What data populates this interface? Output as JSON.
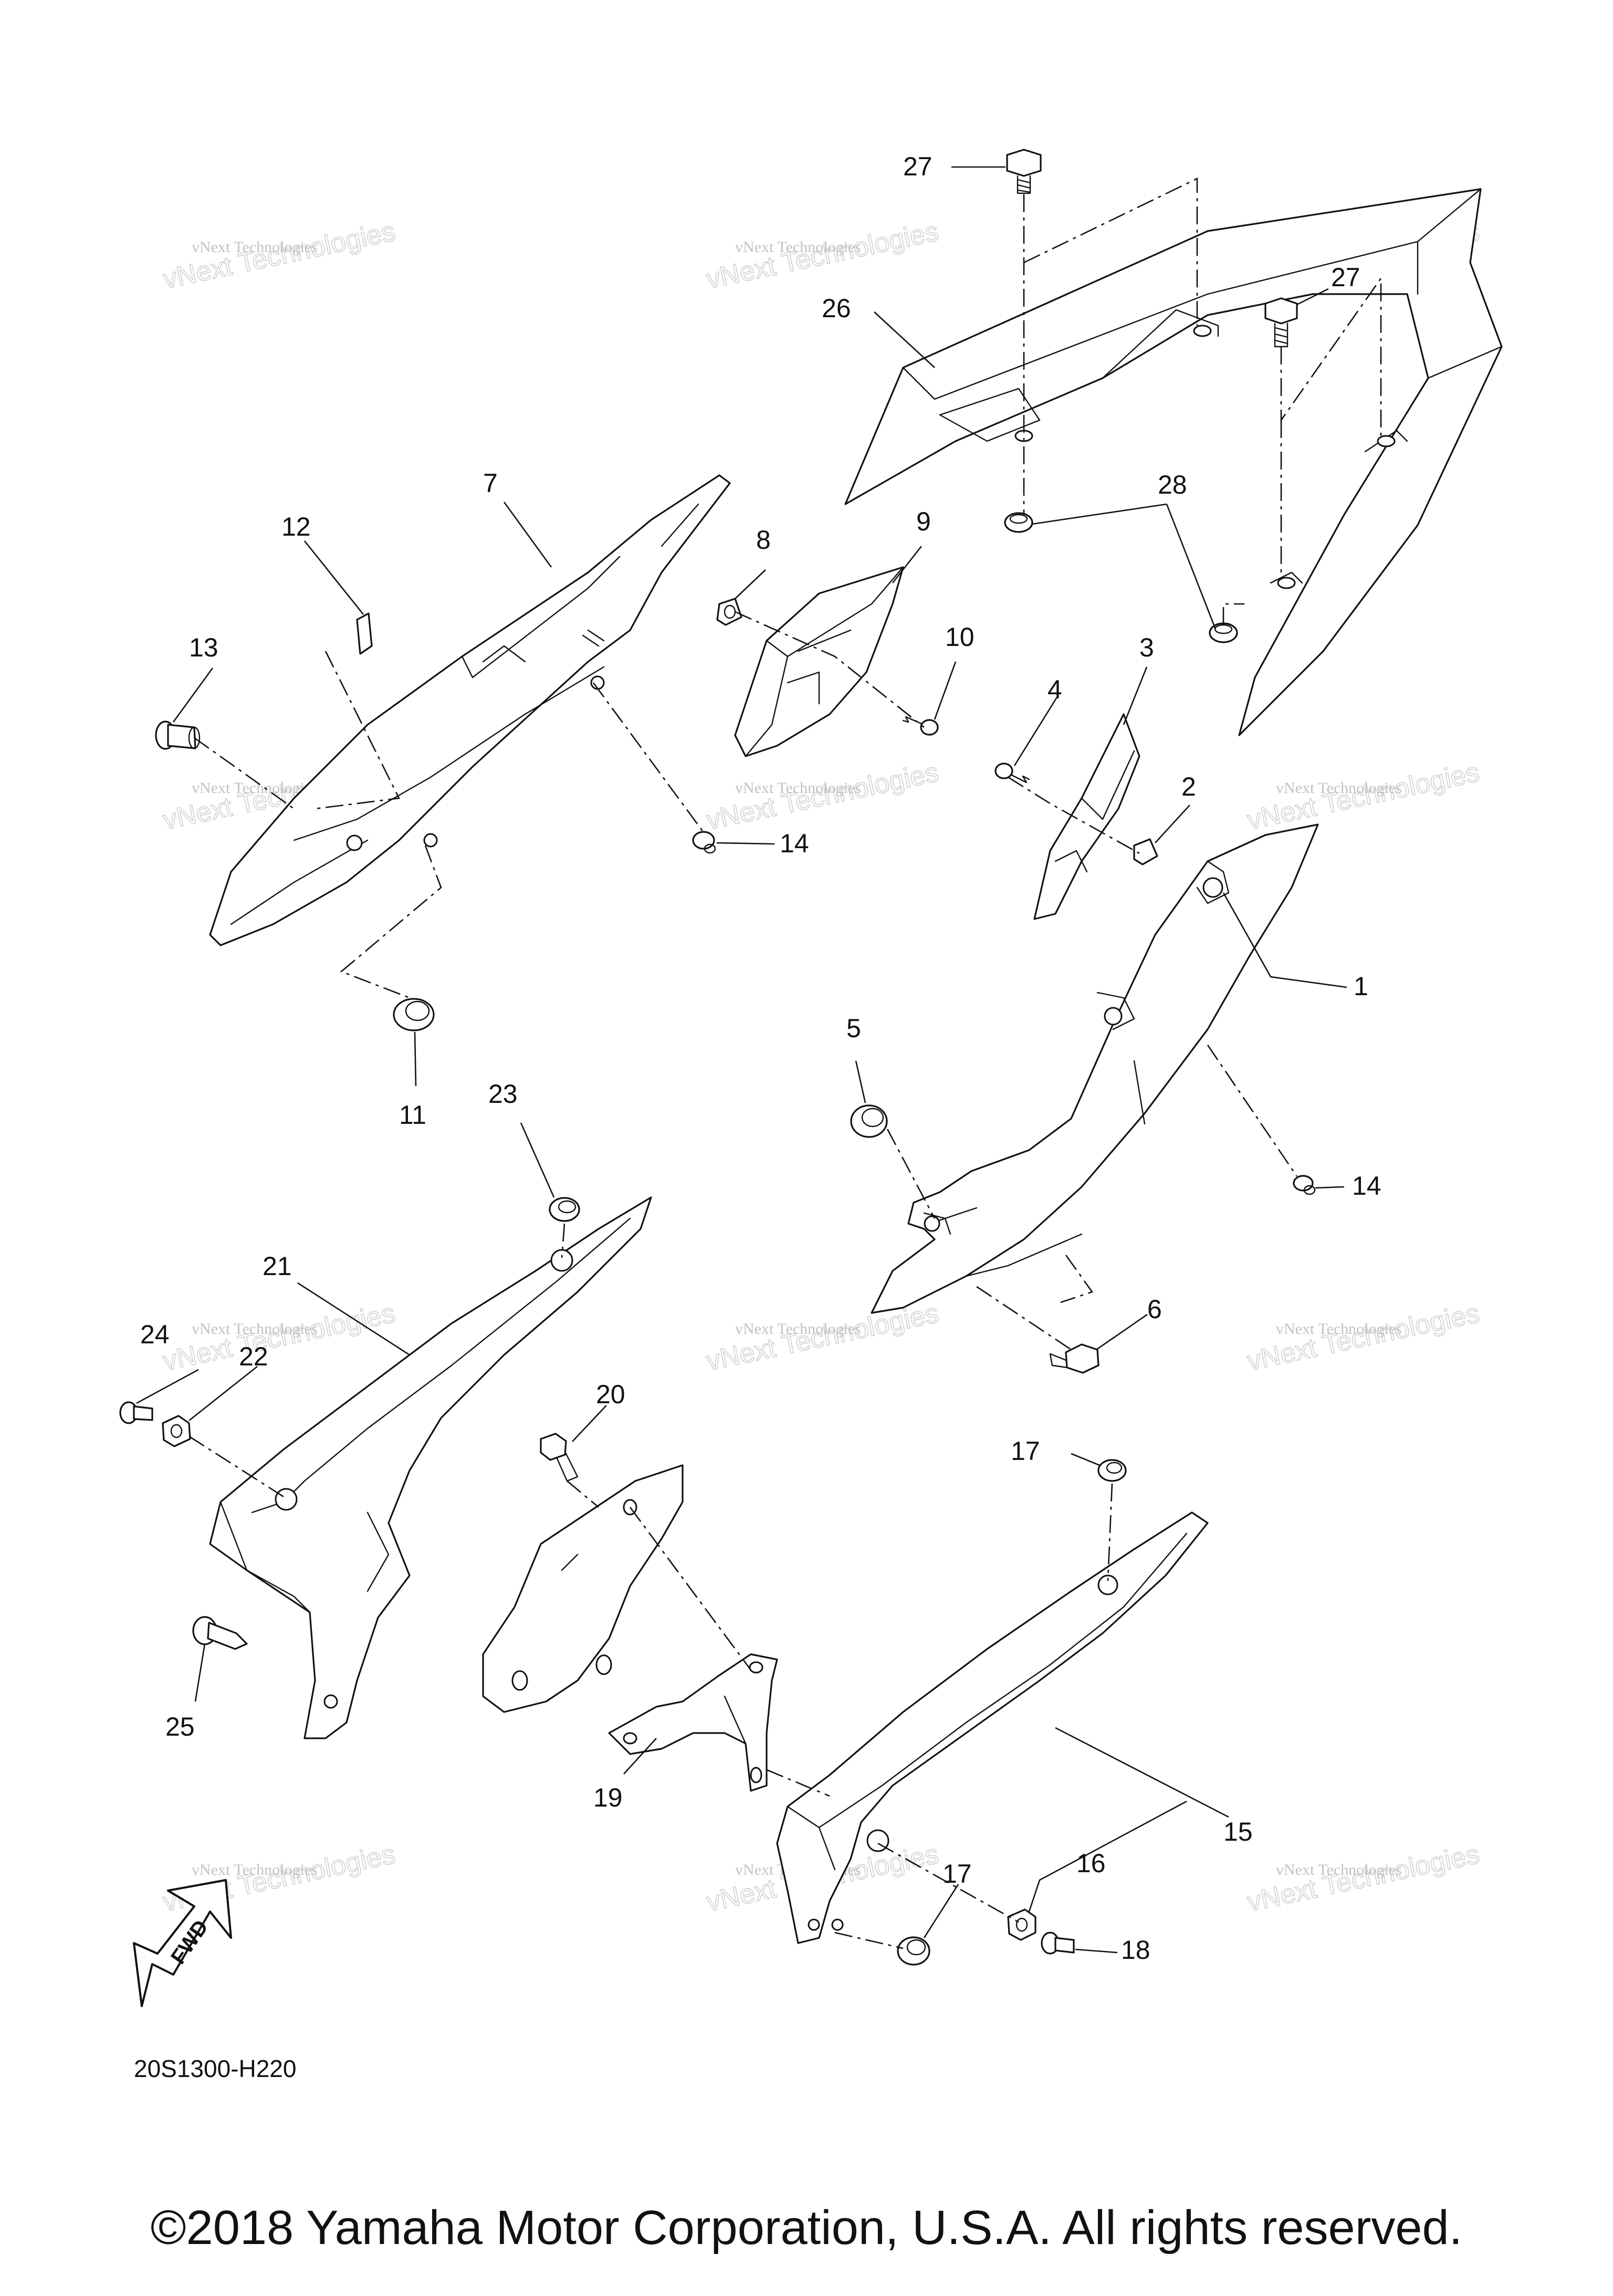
{
  "diagram_code": "20S1300-H220",
  "fwd_label": "FWD",
  "copyright": "©2018 Yamaha Motor Corporation, U.S.A. All rights reserved.",
  "watermark": {
    "line1": "vNext Technologies",
    "line2": "vNext",
    "line3": "Technologies"
  },
  "callouts": {
    "c1": "1",
    "c2": "2",
    "c3": "3",
    "c4": "4",
    "c5": "5",
    "c6": "6",
    "c7": "7",
    "c8": "8",
    "c9": "9",
    "c10": "10",
    "c11": "11",
    "c12": "12",
    "c13": "13",
    "c14a": "14",
    "c14b": "14",
    "c15": "15",
    "c16": "16",
    "c17a": "17",
    "c17b": "17",
    "c18": "18",
    "c19": "19",
    "c20": "20",
    "c21": "21",
    "c22": "22",
    "c23": "23",
    "c24": "24",
    "c25": "25",
    "c26": "26",
    "c27a": "27",
    "c27b": "27",
    "c28": "28"
  }
}
